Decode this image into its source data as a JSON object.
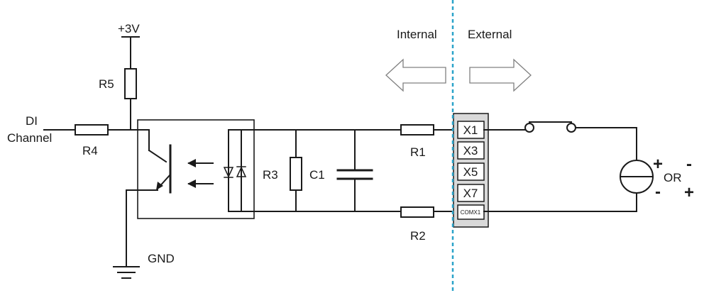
{
  "labels": {
    "supply": "+3V",
    "input_line1": "DI",
    "input_line2": "Channel",
    "ground": "GND",
    "internal": "Internal",
    "external": "External",
    "or_text": "OR"
  },
  "components": {
    "r1": "R1",
    "r2": "R2",
    "r3": "R3",
    "r4": "R4",
    "r5": "R5",
    "c1": "C1"
  },
  "terminal_block": {
    "pins": [
      "X1",
      "X3",
      "X5",
      "X7"
    ],
    "common": "COMX1"
  },
  "polarity": {
    "plus": "+",
    "minus": "-"
  },
  "colors": {
    "wire": "#1a1a1a",
    "divider": "#2aa3c9",
    "arrow_outline": "#808080",
    "terminal_fill": "#d9d9d9"
  }
}
